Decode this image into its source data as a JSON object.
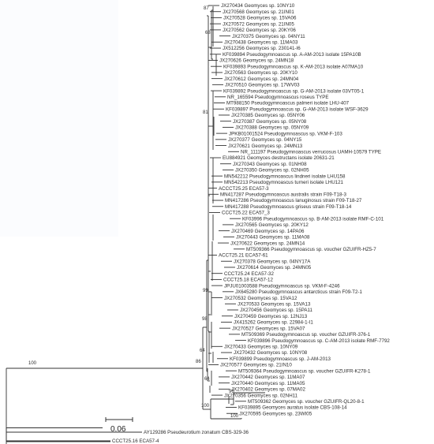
{
  "tree": {
    "line_color": "#333333",
    "text_color": "#2b2b2b",
    "scale_bar_label": "0.06",
    "leaves": [
      "JX270434 Geomyces sp. 10NY10",
      "JX270568 Geomyces sp. 21IN01",
      "JX270528 Geomyces sp. 15VA06",
      "JX270572 Geomyces sp. 21IN05",
      "JX270562 Geomyces sp. 20KY06",
      "JX270375 Geomyces sp. 04NY11",
      "JX270438 Geomyces sp. 11MA03",
      "JX512256 Geomyces sp. 230141-I6",
      "KF039894 Pseudogymnoascus sp. A-AM-2013 isolate 15PA10B",
      "JX270626 Geomyces sp. 24MN18",
      "KF039893 Pseudogymnoascus sp. K-AM-2013 isolate A07MA10",
      "JX270563 Geomyces sp. 20KY10",
      "JX270612 Geomyces sp. 24MN04",
      "JX270510 Geomyces sp. 17WV03",
      "KF039892 Pseudogymnoascus sp. G-AM-2013 isolate 03VT05-1",
      "NR_165594 Pseudogymnoascus roseus TYPE",
      "MT988150 Pseudogymnoascus palmeri isolate LHU-407",
      "KF039897 Pseudogymnoascus sp. G-AM-2013 isolate WSF-3629",
      "JX270385 Geomyces sp. 05NY06",
      "JX270387 Geomyces sp. 05NY08",
      "JX270388 Geomyces sp. 05NY09",
      "JPKB01001524 Pseudogymnoascus sp. VKM-F-103",
      "JX270377 Geomyces sp. 04NY15",
      "JX270621 Geomyces sp. 24MN13",
      "NR_111197 Pseudogymnoascus verrucosus UAMH-10579 TYPE",
      "EU884921 Geomyces destructans isolate 20631-21",
      "JX270343 Geomyces sp. 01NH08",
      "JX270350 Geomyces sp. 02NH05",
      "MN542212 Pseudogymnoascus lindneri isolate LHU158",
      "MN542213 Pseudogymnoascus turneri isolate LHU121",
      "ACCCT25.25 ECA57-3",
      "MN417287 Pseudogymnoascus australis strain F09-T18-3",
      "MN417286 Pseudogymnoascus lanuginosus strain F09-T18-27",
      "MN417288 Pseudogymnoascus griseus strain F09-T18-14",
      "CCCT25.22 ECA57_3",
      "KF03996 Pseudogymnoascus sp. B-AM-2013 isolate RMF-C-101",
      "JX270565 Geomyces sp. 20KY12",
      "JX270469 Geomyces sp. 14PA06",
      "JX270443 Geomyces sp. 11MA08",
      "JX270622 Geomyces sp. 24MN14",
      "MT509366 Pseudogymnoascus sp. voucher GZUIFR-HZ5-7",
      "ACCT25.21 ECA57-61",
      "JX270378 Geomyces sp. 04NY17A",
      "JX270614 Geomyces sp. 24MN05",
      "CCCT25.24 ECA57-32",
      "CCCT25.18 ECA57-12",
      "JPJU01003588 Pseudogymnoascus sp. VKM-F-4246",
      "JX645280 Pseudogymnoascus antarcticus strain F09-T2-1",
      "JX270532 Geomyces sp. 15VA12",
      "JX270533 Geomyces sp. 15VA13",
      "JX270456 Geomyces sp. 15PA11",
      "JX270459 Geomyces sp. 12NJ13",
      "JX415262 Geomyces sp. 22984-1-I1",
      "JX270527 Geomyces sp. 15VA07",
      "MT509369 Pseudogymnoascus sp. voucher GZUIFR-376-1",
      "KF039896 Pseudogymnoascus sp. C-AM-2013 isolate RMF-7792",
      "JX270433 Geomyces sp. 10NY09",
      "JX270432 Geomyces sp. 10NY08",
      "KF039899 Pseudogymnoascus sp. J-AM-2013",
      "JX270577 Geomyces sp. 21IN10",
      "MT509364 Pseudogymnoascus sp. voucher GZUIFR-K278-1",
      "JX270442 Geomyces sp. 11MA07",
      "JX270440 Geomyces sp. 11MA05",
      "JX270402 Geomyces sp. 07MA02",
      "JX270356 Geomyces sp. 02NH11",
      "MT509362 Geomyces sp. voucher GZUIFR-QL20-8-1",
      "KF039895 Geomyces auratus isolate CBS-108-14",
      "JX270595 Geomyces sp. 23WI05",
      "AY129286 Pseudeurotium zonatum CBS-329-36",
      "CCCT25.16 ECA57-4"
    ],
    "bootstrap": [
      "87",
      "68",
      "81",
      "99",
      "98",
      "64",
      "86",
      "64",
      "100",
      "100",
      "96",
      "100"
    ]
  }
}
